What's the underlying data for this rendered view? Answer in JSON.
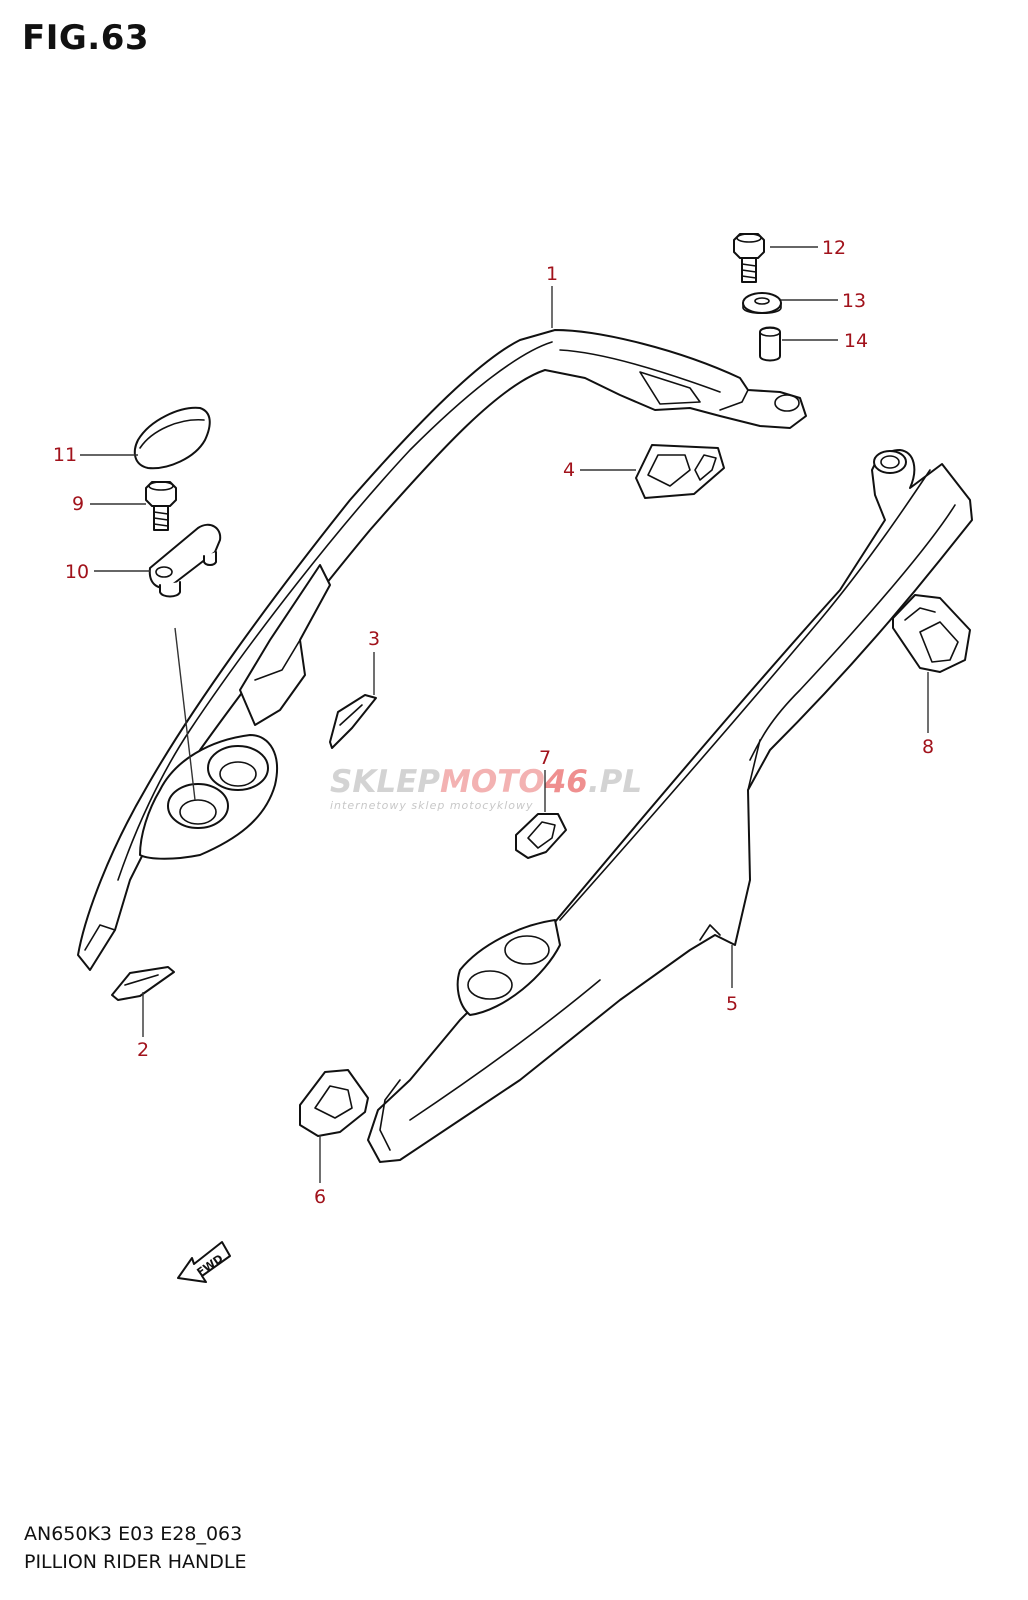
{
  "figure": {
    "title": "FIG.63",
    "code": "AN650K3 E03 E28_063",
    "name": "PILLION RIDER HANDLE"
  },
  "callouts": [
    "1",
    "2",
    "3",
    "4",
    "5",
    "6",
    "7",
    "8",
    "9",
    "10",
    "11",
    "12",
    "13",
    "14"
  ],
  "watermark": {
    "text_a": "SKLEP",
    "text_b": "MOTO",
    "text_c": "46",
    "text_d": ".PL",
    "subtitle": "internetowy sklep motocyklowy"
  },
  "fwd_label": "FWD",
  "colors": {
    "callout": "#a1121b",
    "line": "#111111",
    "watermark_grey": "#cfcfcf",
    "watermark_red": "#f3a9a9"
  },
  "icons": [
    "fwd-arrow-icon"
  ]
}
